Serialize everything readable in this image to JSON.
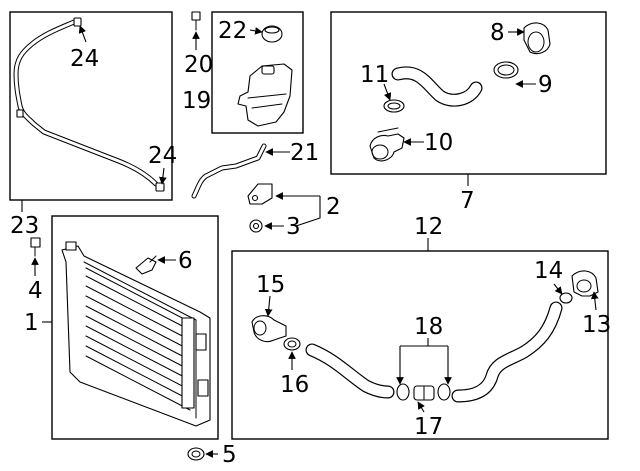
{
  "callouts": {
    "c1": "1",
    "c2": "2",
    "c3": "3",
    "c4": "4",
    "c5": "5",
    "c6": "6",
    "c7": "7",
    "c8": "8",
    "c9": "9",
    "c10": "10",
    "c11": "11",
    "c12": "12",
    "c13": "13",
    "c14": "14",
    "c15": "15",
    "c16": "16",
    "c17": "17",
    "c18": "18",
    "c19": "19",
    "c20": "20",
    "c21": "21",
    "c22": "22",
    "c23": "23",
    "c24a": "24",
    "c24b": "24"
  }
}
